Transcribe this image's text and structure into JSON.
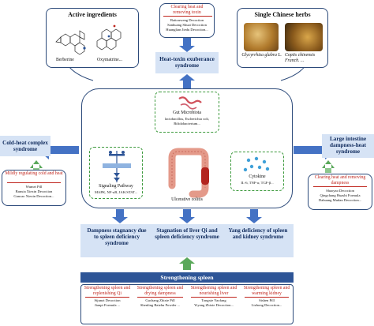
{
  "top_center": {
    "title": "Clearing heat and removing toxin",
    "items": [
      "Baitouweng Decoction",
      "Sanhuang Shuai Decoction",
      "Huanglian Jiedu Decoction..."
    ]
  },
  "top_left": {
    "title": "Active ingredients",
    "molecule1": "Berberine",
    "molecule2": "Oxymatrine..."
  },
  "top_right": {
    "title": "Single Chinese herbs",
    "herb1": "Glycyrrhiza glabra L.",
    "herb2": "Coptis chinensis Franch. ..."
  },
  "heat_toxin": "Heat-toxin exuberance syndrome",
  "left_syndrome": "Cold-heat complex syndrome",
  "right_syndrome": "Large intestine dampness-heat syndrome",
  "left_treatment": {
    "title": "Mildly regulating cold and heat",
    "items": [
      "Wumei Pill",
      "Banxia Xiexin Decoction",
      "Gancao Xiexin Decoction..."
    ]
  },
  "right_treatment": {
    "title": "Clearing heat and removing dampness",
    "items": [
      "Shaoyao Decoction",
      "Qingchang Huashi Formula",
      "Dahuang Mudan Decoction..."
    ]
  },
  "center": {
    "microbiota_title": "Gut Microbiota",
    "microbiota_items": "lactobacillus, Escherichia coli, Bifidobacterium...",
    "signaling_title": "Signaling Pathway",
    "signaling_items": "MAPK, NF-κB, JAK/STAT...",
    "cytokine_title": "Cytokine",
    "cytokine_items": "IL-6, TNF-α, TGF-β...",
    "disease": "Ulcerative colitis"
  },
  "bottom_syndromes": [
    "Dampness stagnancy due to spleen deficiency syndrome",
    "Stagnation of liver Qi and spleen deficiency syndrome",
    "Yang deficiency of spleen and kidney syndrome"
  ],
  "strengthening": "Strengthening spleen",
  "treatments": [
    {
      "title": "Strengthening spleen and replenishing Qi",
      "items": [
        "Sijunzi Decoction",
        "Jianpi Formula ..."
      ]
    },
    {
      "title": "Strengthening spleen and drying dampness",
      "items": [
        "Guchang Zhixie Pill",
        "Shenling Baizhu Powder ..."
      ]
    },
    {
      "title": "Strengthening spleen and nourishing liver",
      "items": [
        "Tongxie Yaofang",
        "Yiyang Zhixie Decoction..."
      ]
    },
    {
      "title": "Strengthening spleen and warming kidney",
      "items": [
        "Sishen Pill",
        "Lizhong Decoction..."
      ]
    }
  ],
  "colors": {
    "frame": "#2c4a7a",
    "arrow": "#4472c4",
    "dark": "#2e5597",
    "red": "#c0261e",
    "green": "#3d9a3d"
  }
}
